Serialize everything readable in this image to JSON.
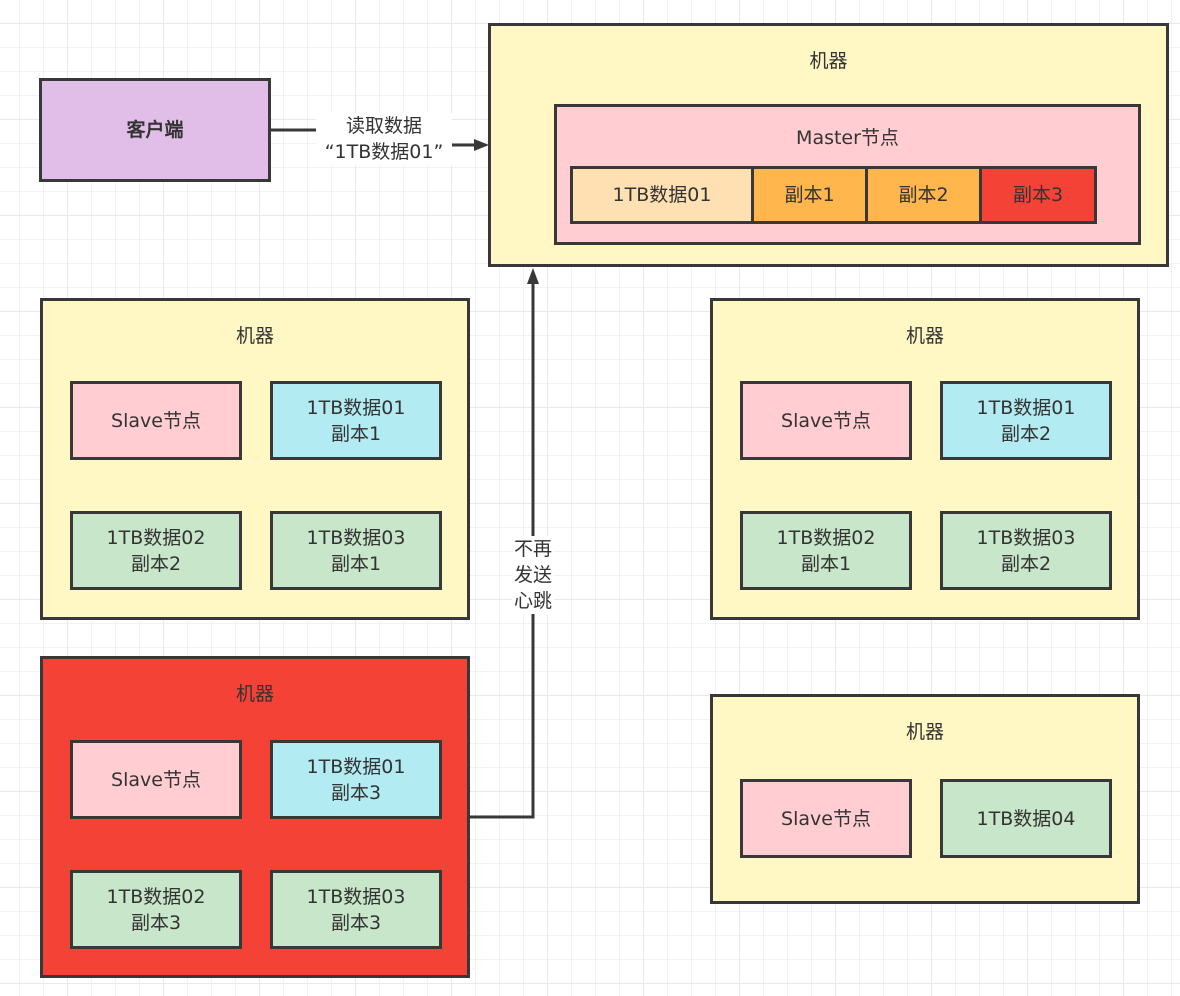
{
  "client": {
    "label": "客户端"
  },
  "edges": {
    "read_request": {
      "line1": "读取数据",
      "line2": "“1TB数据01”"
    },
    "heartbeat": {
      "line1": "不再",
      "line2": "发送",
      "line3": "心跳"
    }
  },
  "master_machine": {
    "title": "机器",
    "node": {
      "title": "Master节点",
      "blocks": [
        {
          "label": "1TB数据01"
        },
        {
          "label": "副本1"
        },
        {
          "label": "副本2"
        },
        {
          "label": "副本3"
        }
      ]
    }
  },
  "slave_machines": [
    {
      "title": "机器",
      "status": "normal",
      "node": "Slave节点",
      "blocks": [
        {
          "line1": "1TB数据01",
          "line2": "副本1"
        },
        {
          "line1": "1TB数据02",
          "line2": "副本2"
        },
        {
          "line1": "1TB数据03",
          "line2": "副本1"
        }
      ]
    },
    {
      "title": "机器",
      "status": "failed",
      "node": "Slave节点",
      "blocks": [
        {
          "line1": "1TB数据01",
          "line2": "副本3"
        },
        {
          "line1": "1TB数据02",
          "line2": "副本3"
        },
        {
          "line1": "1TB数据03",
          "line2": "副本3"
        }
      ]
    },
    {
      "title": "机器",
      "status": "normal",
      "node": "Slave节点",
      "blocks": [
        {
          "line1": "1TB数据01",
          "line2": "副本2"
        },
        {
          "line1": "1TB数据02",
          "line2": "副本1"
        },
        {
          "line1": "1TB数据03",
          "line2": "副本2"
        }
      ]
    },
    {
      "title": "机器",
      "status": "normal",
      "node": "Slave节点",
      "blocks": [
        {
          "line1": "1TB数据04"
        }
      ]
    }
  ],
  "colors": {
    "machine": "#fff8c4",
    "failed_machine": "#f44336",
    "node": "#ffcdd2",
    "data01_replica": "#b2ebf2",
    "other_data": "#c8e6c9",
    "client": "#e1bee7",
    "primary_block": "#ffe0b2",
    "replica_block": "#ffb74d",
    "lost_replica": "#f44336",
    "stroke": "#383838"
  }
}
